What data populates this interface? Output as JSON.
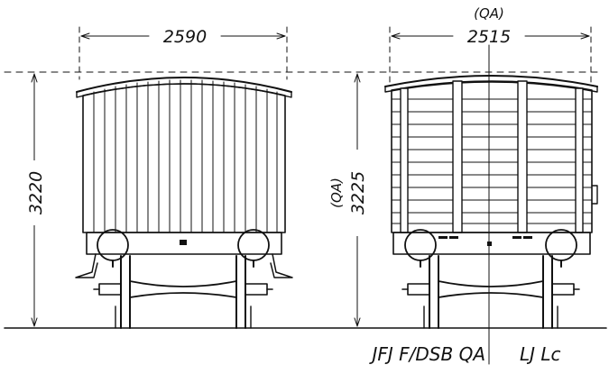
{
  "dimensions": {
    "left_width": "2590",
    "left_height": "3220",
    "right_width": "2515",
    "right_width_tag": "(QA)",
    "right_height": "3225",
    "right_height_tag": "(QA)"
  },
  "captions": {
    "left_railway": "JFJ F/DSB QA",
    "right_railway": "LJ Lc"
  }
}
